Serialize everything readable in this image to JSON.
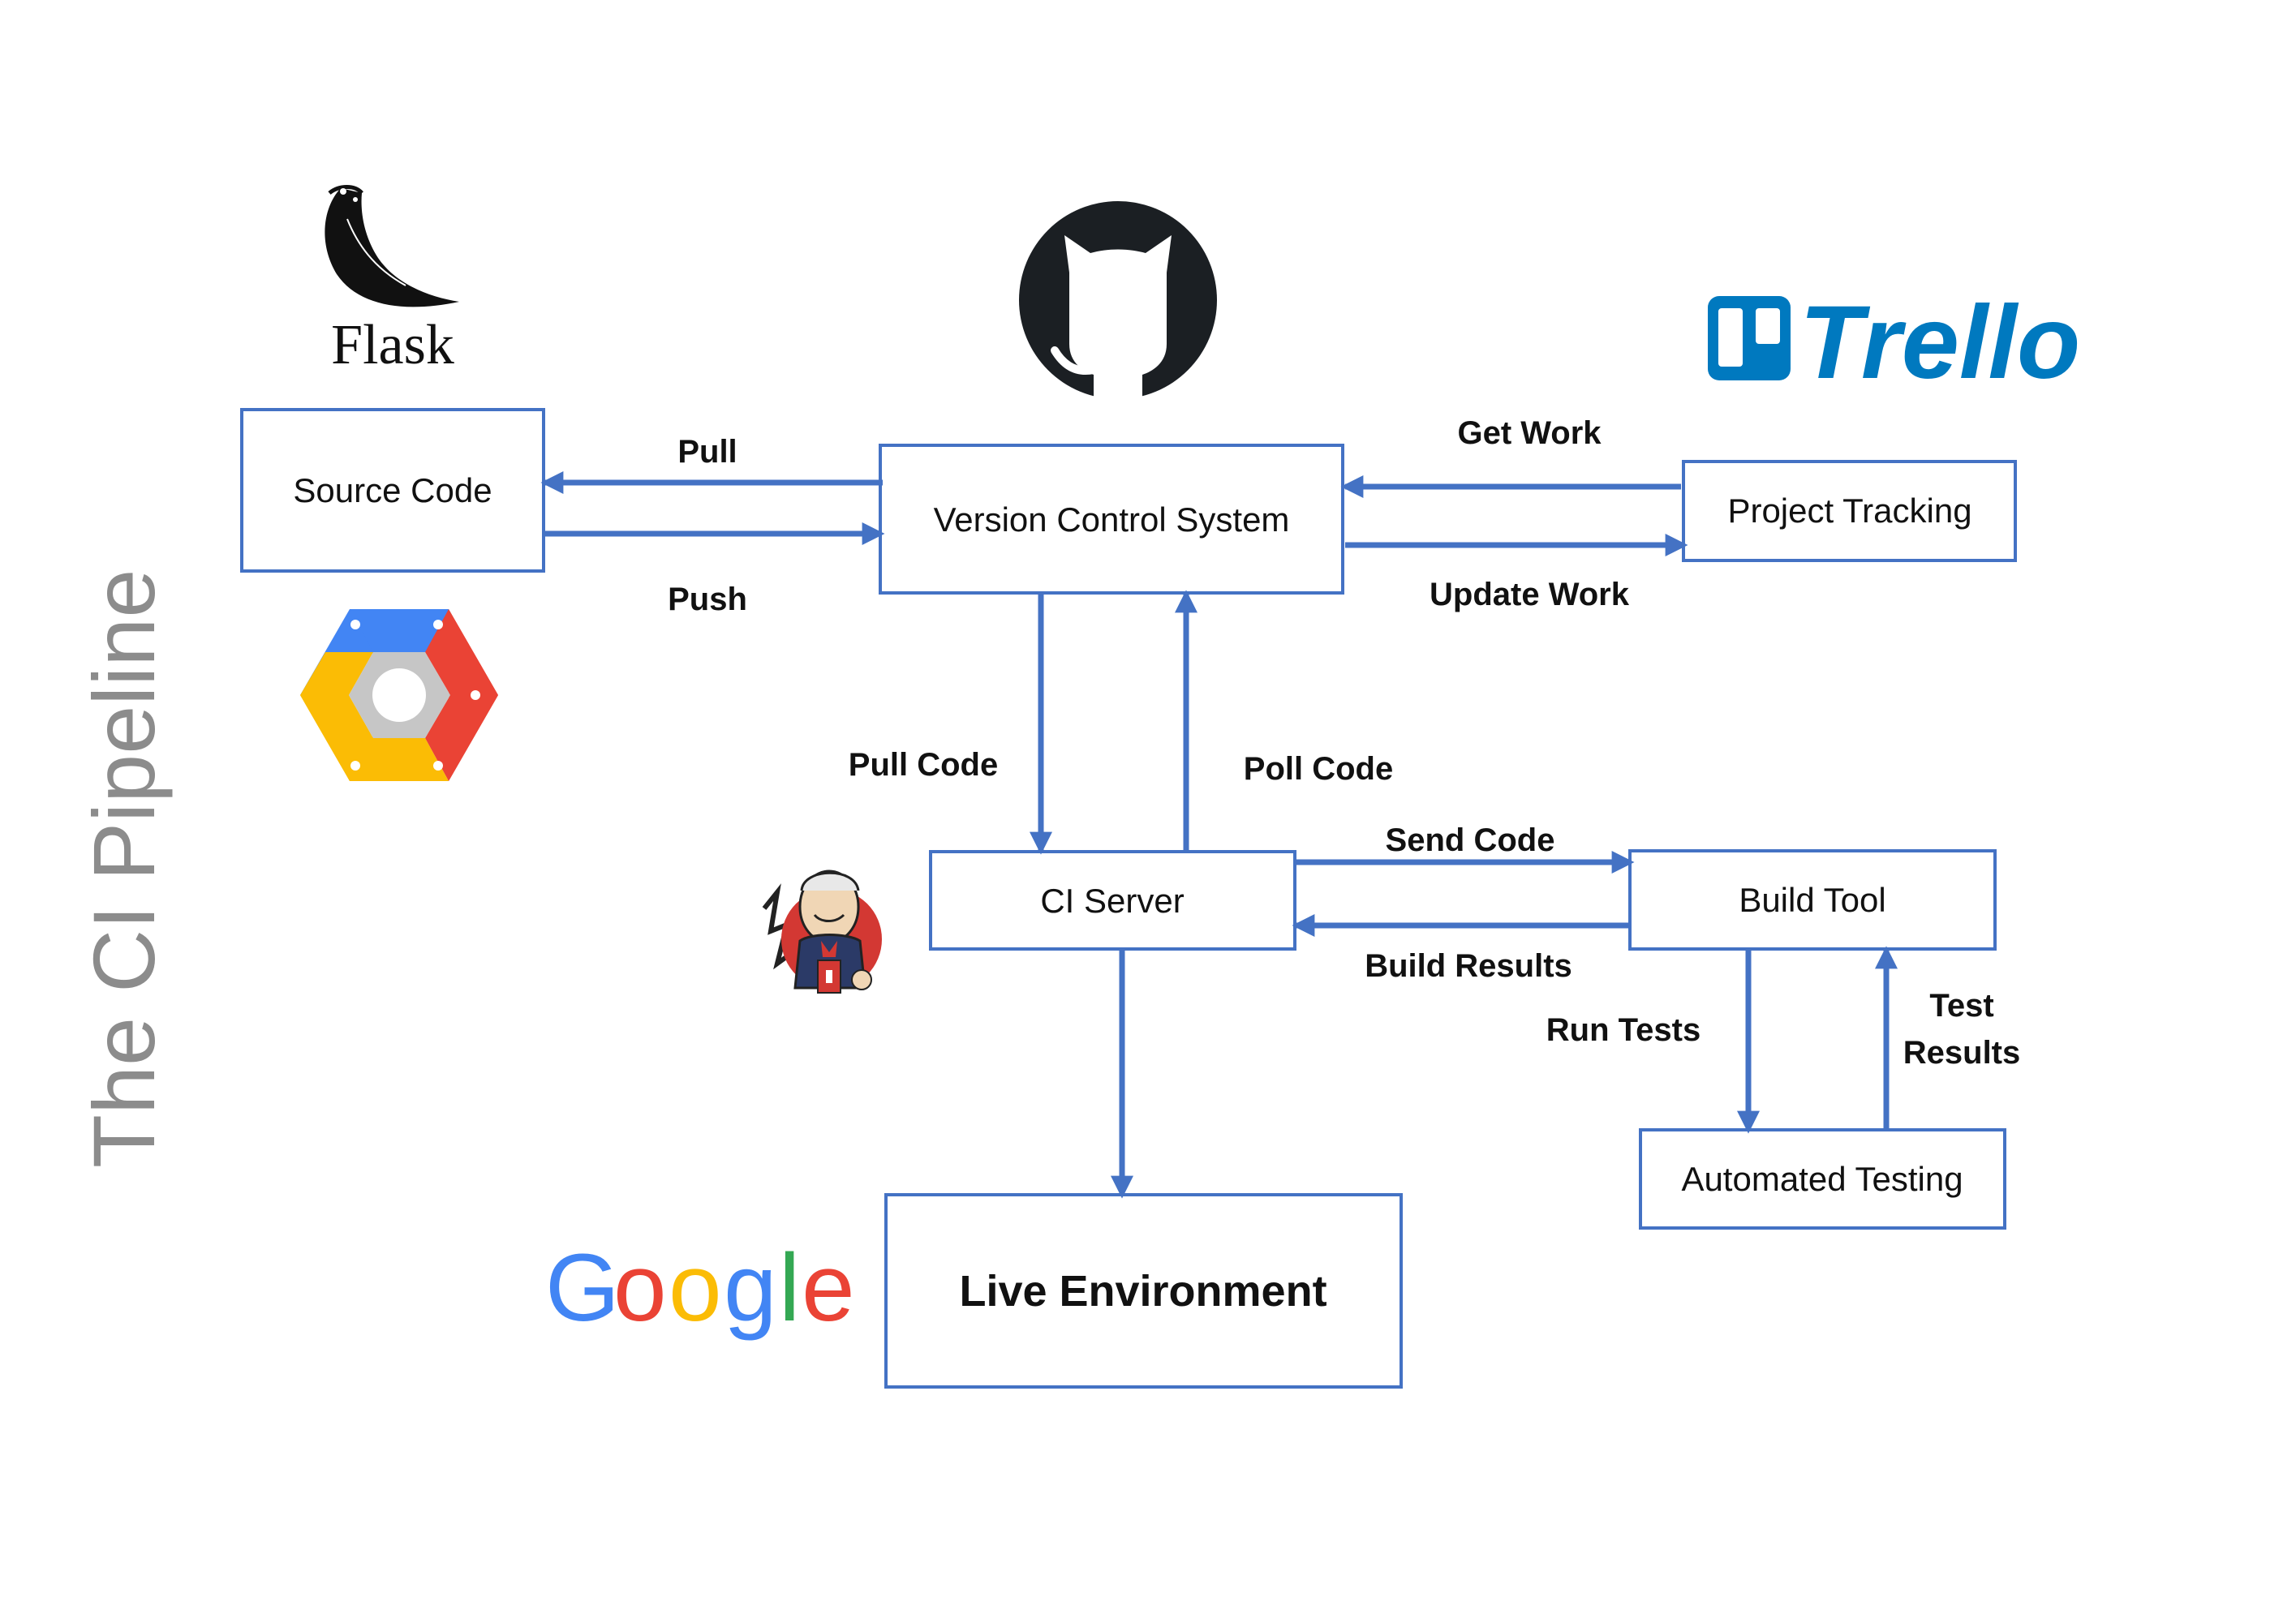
{
  "title": "The CI Pipeline",
  "colors": {
    "box_border": "#4472c4",
    "arrow": "#4472c4",
    "text": "#111111",
    "title_text": "#8c8c8c",
    "trello_blue": "#0079bf",
    "github_black": "#1b1f23",
    "google_blue": "#4285f4",
    "google_red": "#ea4335",
    "google_yellow": "#fbbc05",
    "google_green": "#34a853",
    "gcp_blue": "#4285f4",
    "gcp_red": "#ea4335",
    "gcp_yellow": "#fbbc05",
    "gcp_gray": "#c6c6c6",
    "jenkins_red": "#d33833"
  },
  "nodes": {
    "source_code": "Source Code",
    "vcs": "Version Control System",
    "project_tracking": "Project Tracking",
    "ci_server": "CI Server",
    "build_tool": "Build Tool",
    "automated_testing": "Automated Testing",
    "live_environment": "Live Environment"
  },
  "edges": {
    "pull": "Pull",
    "push": "Push",
    "get_work": "Get Work",
    "update_work": "Update Work",
    "pull_code": "Pull Code",
    "poll_code": "Poll Code",
    "send_code": "Send Code",
    "build_results": "Build Results",
    "run_tests": "Run Tests",
    "test_results_line1": "Test",
    "test_results_line2": "Results"
  },
  "logos": {
    "flask": {
      "icon": "flask-horn-icon",
      "text": "Flask"
    },
    "github": {
      "icon": "github-octocat-icon"
    },
    "trello": {
      "icon": "trello-board-icon",
      "text": "Trello"
    },
    "gcp": {
      "icon": "google-cloud-hexagon-icon"
    },
    "jenkins": {
      "icon": "jenkins-butler-icon"
    },
    "google": {
      "icon": "google-wordmark-icon",
      "letters": [
        "G",
        "o",
        "o",
        "g",
        "l",
        "e"
      ]
    }
  }
}
